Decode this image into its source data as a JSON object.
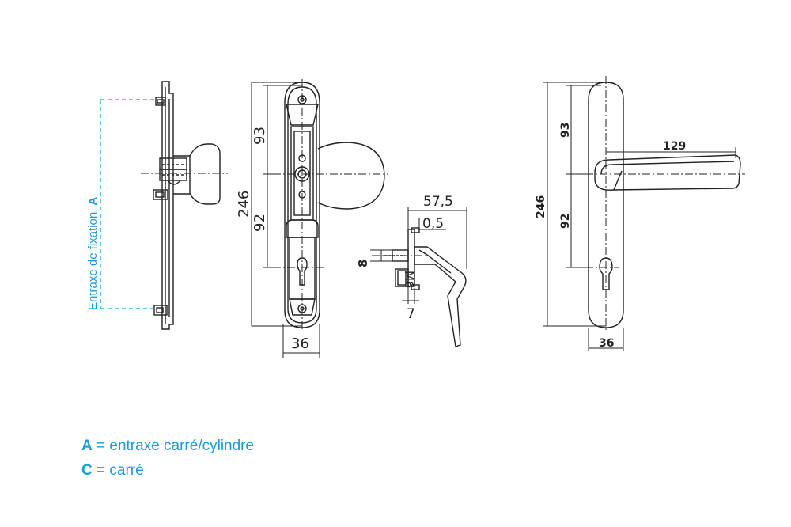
{
  "colors": {
    "accent": "#1a9ad6",
    "line": "#222222"
  },
  "side_view": {
    "vertical_label": "Entraxe de fixation",
    "vertical_label_key": "A"
  },
  "front_knob": {
    "dim_93": "93",
    "dim_92": "92",
    "dim_246": "246",
    "dim_36": "36"
  },
  "handle_side": {
    "dim_57_5": "57,5",
    "dim_0_5": "0,5",
    "dim_8": "8",
    "dim_m6": "M6",
    "dim_7": "7"
  },
  "front_handle": {
    "dim_93": "93",
    "dim_92": "92",
    "dim_246": "246",
    "dim_129": "129",
    "dim_36": "36"
  },
  "legend": [
    {
      "key": "A",
      "text": "= entraxe carré/cylindre"
    },
    {
      "key": "C",
      "text": "= carré"
    }
  ]
}
